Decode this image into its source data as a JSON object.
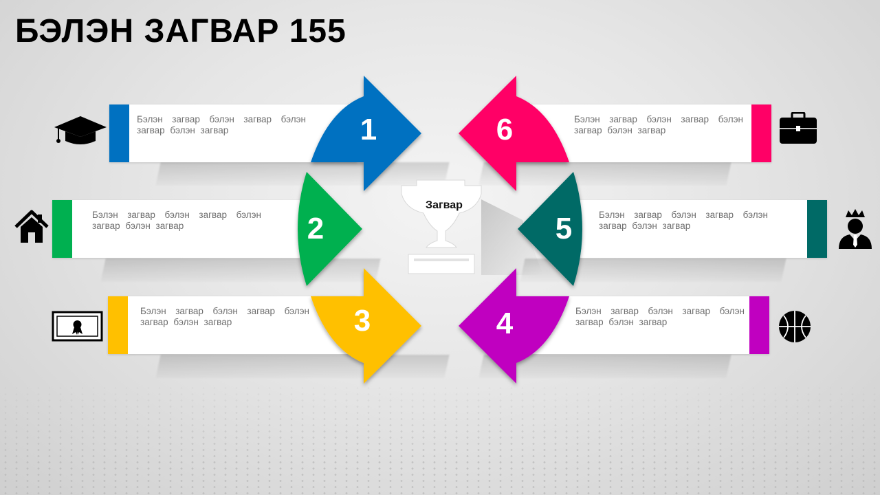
{
  "title": "БЭЛЭН ЗАГВАР 155",
  "center_label": "Загвар",
  "items": [
    {
      "number": "1",
      "text": "Бэлэн загвар бэлэн загвар бэлэн загвар бэлэн загвар",
      "color": "#0071c1",
      "icon": "graduation-cap-icon"
    },
    {
      "number": "2",
      "text": "Бэлэн загвар бэлэн загвар бэлэн загвар бэлэн загвар",
      "color": "#00b050",
      "icon": "house-icon"
    },
    {
      "number": "3",
      "text": "Бэлэн загвар бэлэн загвар бэлэн загвар бэлэн загвар",
      "color": "#ffc000",
      "icon": "certificate-icon"
    },
    {
      "number": "4",
      "text": "Бэлэн загвар бэлэн загвар бэлэн загвар бэлэн загвар",
      "color": "#c000c0",
      "icon": "basketball-icon"
    },
    {
      "number": "5",
      "text": "Бэлэн загвар бэлэн загвар бэлэн загвар бэлэн загвар",
      "color": "#006a66",
      "icon": "person-crown-icon"
    },
    {
      "number": "6",
      "text": "Бэлэн загвар бэлэн загвар бэлэн загвар бэлэн загвар",
      "color": "#ff0066",
      "icon": "briefcase-icon"
    }
  ]
}
